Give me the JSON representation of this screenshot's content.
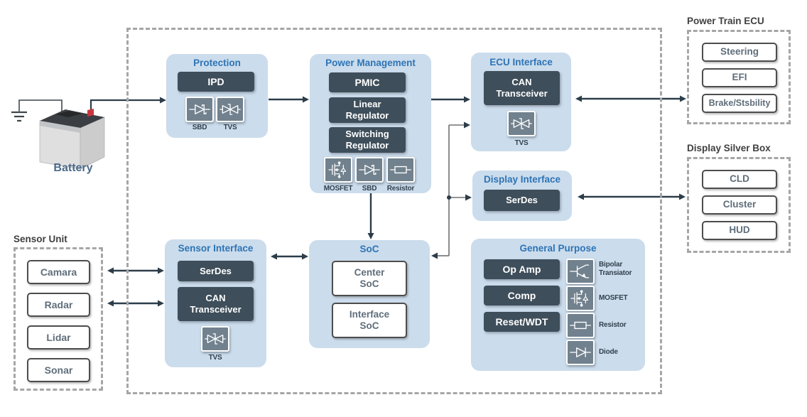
{
  "colors": {
    "panel_blue": "#cbdcec",
    "chip_dark": "#3e4e5a",
    "heading_blue": "#2e74b5",
    "arrow_dark": "#2c3d4a",
    "connector_gray": "#707070",
    "dashed_border": "#a6a6a6",
    "icon_bg": "#71818e",
    "item_text": "#5f6e7b"
  },
  "battery": {
    "label": "Battery"
  },
  "sensor_unit": {
    "title": "Sensor Unit",
    "items": [
      "Camara",
      "Radar",
      "Lidar",
      "Sonar"
    ]
  },
  "power_train_ecu": {
    "title": "Power Train ECU",
    "items": [
      "Steering",
      "EFI",
      "Brake/Stsbility"
    ]
  },
  "display_silver_box": {
    "title": "Display Silver Box",
    "items": [
      "CLD",
      "Cluster",
      "HUD"
    ]
  },
  "protection": {
    "title": "Protection",
    "chip": "IPD",
    "icons": [
      {
        "name": "sbd",
        "label": "SBD"
      },
      {
        "name": "tvs",
        "label": "TVS"
      }
    ]
  },
  "power_management": {
    "title": "Power Management",
    "chips": [
      "PMIC",
      "Linear Regulator",
      "Switching Regulator"
    ],
    "icons": [
      {
        "name": "mosfet",
        "label": "MOSFET"
      },
      {
        "name": "sbd",
        "label": "SBD"
      },
      {
        "name": "resistor",
        "label": "Resistor"
      }
    ]
  },
  "ecu_interface": {
    "title": "ECU Interface",
    "chip": "CAN Transceiver",
    "icon_label": "TVS"
  },
  "display_interface": {
    "title": "Display Interface",
    "chip": "SerDes"
  },
  "sensor_interface": {
    "title": "Sensor Interface",
    "chips": [
      "SerDes",
      "CAN Transceiver"
    ],
    "icon_label": "TVS"
  },
  "soc": {
    "title": "SoC",
    "items": [
      "Center SoC",
      "Interface SoC"
    ]
  },
  "general_purpose": {
    "title": "General Purpose",
    "chips": [
      "Op Amp",
      "Comp",
      "Reset/WDT"
    ],
    "icons": [
      {
        "name": "bipolar",
        "label": "Bipolar Transiator"
      },
      {
        "name": "mosfet",
        "label": "MOSFET"
      },
      {
        "name": "resistor",
        "label": "Resistor"
      },
      {
        "name": "diode",
        "label": "Diode"
      }
    ]
  }
}
